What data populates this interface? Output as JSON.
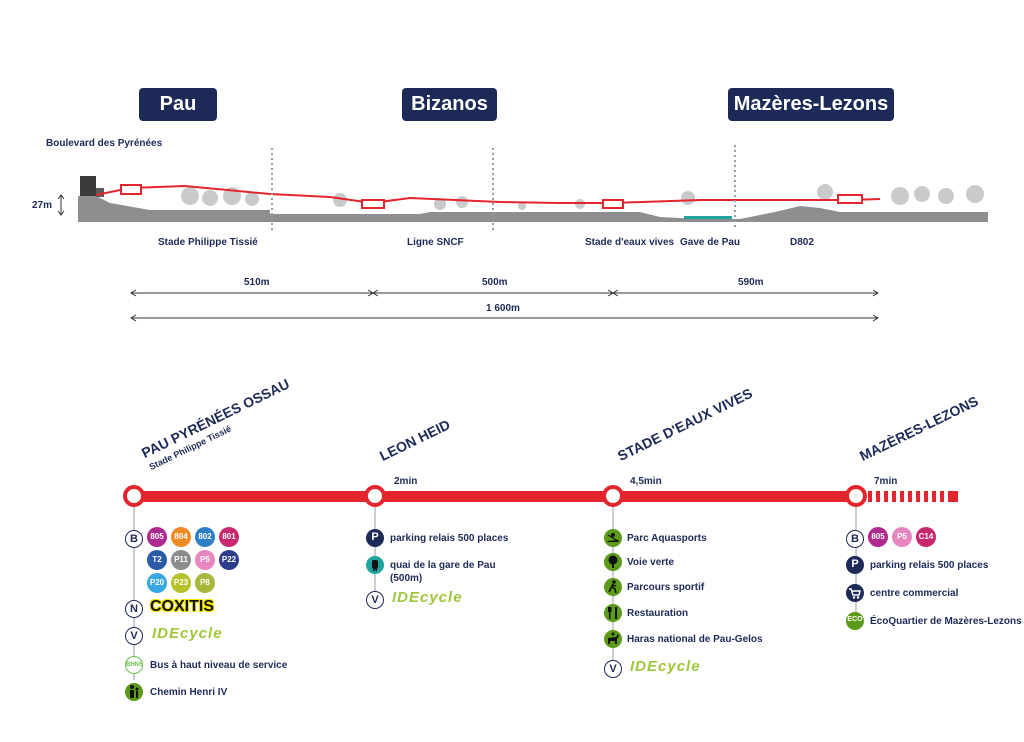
{
  "cities": [
    {
      "name": "Pau"
    },
    {
      "name": "Bizanos"
    },
    {
      "name": "Mazères-Lezons"
    }
  ],
  "profile": {
    "boulevard": "Boulevard des Pyrénées",
    "height": "27m",
    "landmarks": [
      "Stade Philippe Tissié",
      "Ligne SNCF",
      "Stade d'eaux vives",
      "Gave de Pau",
      "D802"
    ],
    "distances": [
      "510m",
      "500m",
      "590m"
    ],
    "total": "1 600m"
  },
  "line": {
    "stations": [
      {
        "name": "PAU PYRÉNÉES OSSAU",
        "sub": "Stade Philippe Tissié",
        "time": ""
      },
      {
        "name": "LEON HEID",
        "sub": "",
        "time": "2min"
      },
      {
        "name": "STADE D'EAUX VIVES",
        "sub": "",
        "time": "4,5min"
      },
      {
        "name": "MAZÈRES-LEZONS",
        "sub": "",
        "time": "7min"
      }
    ]
  },
  "stop1": {
    "bus_letter": "B",
    "buses": [
      "805",
      "804",
      "802",
      "801",
      "T2",
      "P11",
      "P5",
      "P22",
      "P20",
      "P23",
      "P8"
    ],
    "night_letter": "N",
    "night_brand": "COXITIS",
    "bike_letter": "V",
    "bike_brand": "IDEcycle",
    "bhns_icon": "BHNS",
    "bhns": "Bus à haut niveau de service",
    "chemin": "Chemin Henri IV"
  },
  "stop2": {
    "parking_letter": "P",
    "parking": "parking relais 500 places",
    "quai": "quai de la gare de Pau",
    "quai2": "(500m)",
    "bike_letter": "V",
    "bike_brand": "IDEcycle"
  },
  "stop3": {
    "items": [
      "Parc Aquasports",
      "Voie verte",
      "Parcours sportif",
      "Restauration",
      "Haras national de Pau-Gelos"
    ],
    "bike_letter": "V",
    "bike_brand": "IDEcycle"
  },
  "stop4": {
    "bus_letter": "B",
    "buses": [
      "805",
      "P5",
      "C14"
    ],
    "parking_letter": "P",
    "parking": "parking relais 500 places",
    "commerce": "centre commercial",
    "eco_icon": "ECO",
    "eco": "ÉcoQuartier de Mazères-Lezons"
  },
  "colors": {
    "navy": "#1d2a57",
    "red": "#e3262d",
    "green": "#5c9a1a",
    "teal": "#1fa3a0"
  }
}
